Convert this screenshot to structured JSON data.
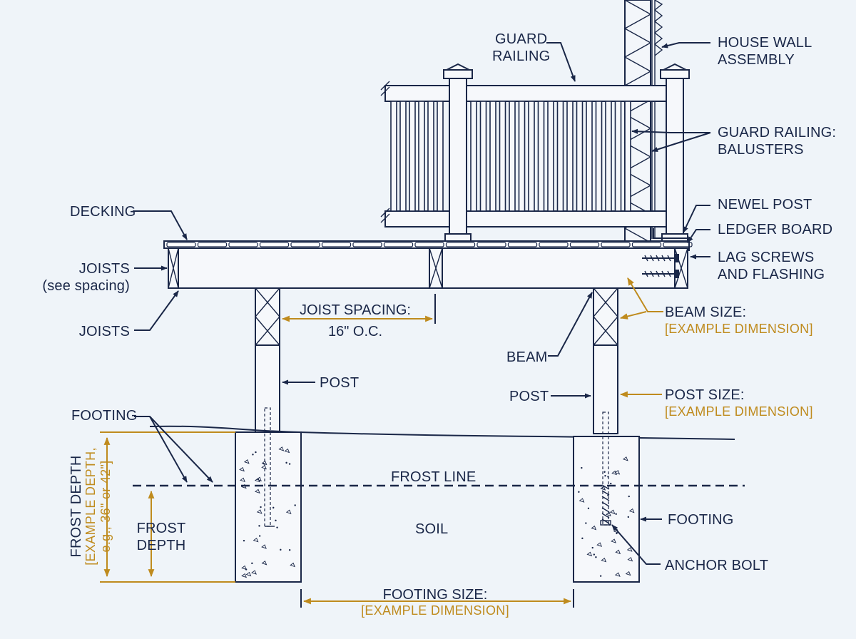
{
  "labels": {
    "guard_railing": [
      "GUARD",
      "RAILING"
    ],
    "house_wall": [
      "HOUSE WALL",
      "ASSEMBLY"
    ],
    "balusters": [
      "GUARD RAILING:",
      "BALUSTERS"
    ],
    "decking": "DECKING",
    "newel_post": "NEWEL POST",
    "ledger_board": "LEDGER BOARD",
    "lag_screws": [
      "LAG SCREWS",
      "AND FLASHING"
    ],
    "joists_upper": [
      "JOISTS",
      "(see spacing)"
    ],
    "joists_lower": "JOISTS",
    "joist_spacing": [
      "JOIST SPACING:",
      "16\" O.C."
    ],
    "beam_size": [
      "BEAM SIZE:",
      "[EXAMPLE DIMENSION]"
    ],
    "beam": "BEAM",
    "post_left": "POST",
    "post_right": "POST",
    "post_size": [
      "POST SIZE:",
      "[EXAMPLE DIMENSION]"
    ],
    "footing_left": "FOOTING",
    "footing_right": "FOOTING",
    "frost_line": "FROST LINE",
    "soil": "SOIL",
    "frost_depth_inner": [
      "FROST",
      "DEPTH"
    ],
    "frost_depth_outer": [
      "FROST DEPTH",
      "[EXAMPLE DEPTH,",
      "e.g., 36\" or 42\"]"
    ],
    "anchor_bolt": "ANCHOR BOLT",
    "footing_size": [
      "FOOTING SIZE:",
      "[EXAMPLE DIMENSION]"
    ]
  },
  "colors": {
    "ink": "#1a2748",
    "dimension": "#bf8b1e",
    "background": "#eff4f9"
  }
}
